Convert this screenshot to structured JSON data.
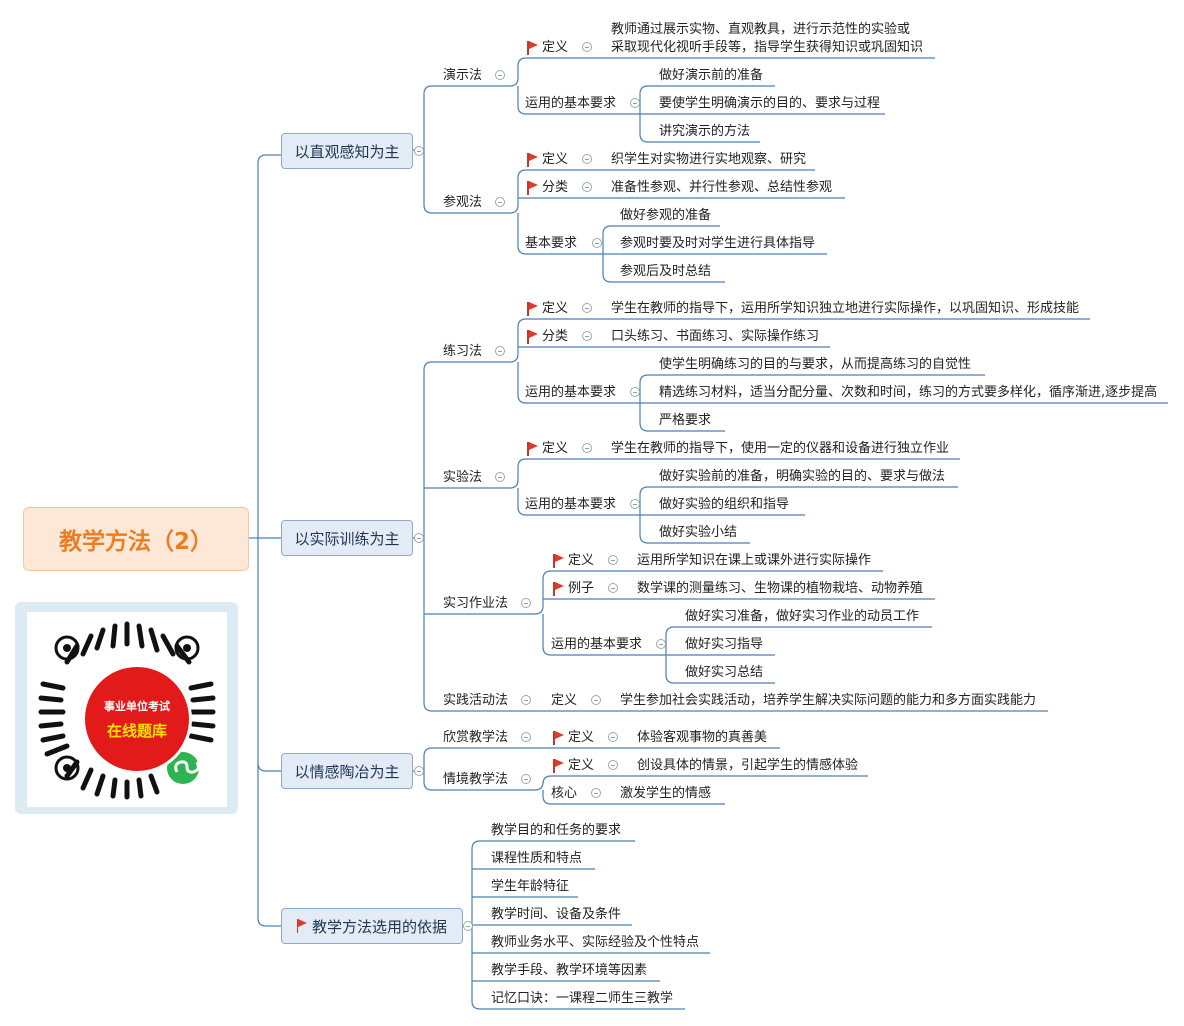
{
  "root": {
    "label": "教学方法（2）"
  },
  "branches": {
    "b1": "以直观感知为主",
    "b2": "以实际训练为主",
    "b3": "以情感陶冶为主",
    "b4": "教学方法选用的依据"
  },
  "b1": {
    "m1": {
      "label": "演示法",
      "def_key": "定义",
      "def_line1": "教师通过展示实物、直观教具，进行示范性的实验或",
      "def_line2": "采取现代化视听手段等，指导学生获得知识或巩固知识",
      "req_key": "运用的基本要求",
      "reqs": [
        "做好演示前的准备",
        "要使学生明确演示的目的、要求与过程",
        "讲究演示的方法"
      ]
    },
    "m2": {
      "label": "参观法",
      "def_key": "定义",
      "def": "织学生对实物进行实地观察、研究",
      "cls_key": "分类",
      "cls": "准备性参观、并行性参观、总结性参观",
      "req_key": "基本要求",
      "reqs": [
        "做好参观的准备",
        "参观时要及时对学生进行具体指导",
        "参观后及时总结"
      ]
    }
  },
  "b2": {
    "m1": {
      "label": "练习法",
      "def_key": "定义",
      "def": "学生在教师的指导下，运用所学知识独立地进行实际操作，以巩固知识、形成技能",
      "cls_key": "分类",
      "cls": "口头练习、书面练习、实际操作练习",
      "req_key": "运用的基本要求",
      "reqs": [
        "使学生明确练习的目的与要求，从而提高练习的自觉性",
        "精选练习材料，适当分配分量、次数和时间，练习的方式要多样化，循序渐进,逐步提高",
        "严格要求"
      ]
    },
    "m2": {
      "label": "实验法",
      "def_key": "定义",
      "def": "学生在教师的指导下，使用一定的仪器和设备进行独立作业",
      "req_key": "运用的基本要求",
      "reqs": [
        "做好实验前的准备，明确实验的目的、要求与做法",
        "做好实验的组织和指导",
        "做好实验小结"
      ]
    },
    "m3": {
      "label": "实习作业法",
      "def_key": "定义",
      "def": "运用所学知识在课上或课外进行实际操作",
      "ex_key": "例子",
      "ex": "数学课的测量练习、生物课的植物栽培、动物养殖",
      "req_key": "运用的基本要求",
      "reqs": [
        "做好实习准备，做好实习作业的动员工作",
        "做好实习指导",
        "做好实习总结"
      ]
    },
    "m4": {
      "label": "实践活动法",
      "def_key": "定义",
      "def": "学生参加社会实践活动，培养学生解决实际问题的能力和多方面实践能力"
    }
  },
  "b3": {
    "m1": {
      "label": "欣赏教学法",
      "def_key": "定义",
      "def": "体验客观事物的真善美"
    },
    "m2": {
      "label": "情境教学法",
      "def_key": "定义",
      "def": "创设具体的情景，引起学生的情感体验",
      "core_key": "核心",
      "core": "激发学生的情感"
    }
  },
  "b4": {
    "items": [
      "教学目的和任务的要求",
      "课程性质和特点",
      "学生年龄特征",
      "教学时间、设备及条件",
      "教师业务水平、实际经验及个性特点",
      "教学手段、教学环境等因素",
      "记忆口诀：一课程二师生三教学"
    ]
  },
  "qr": {
    "line1": "事业单位考试",
    "line2": "在线题库"
  },
  "colors": {
    "root_text": "#ec7d22",
    "root_fill": "#fde8d7",
    "branch_fill": "#e3ebf6",
    "line": "#4a7fb5",
    "flag": "#e03a2e"
  }
}
